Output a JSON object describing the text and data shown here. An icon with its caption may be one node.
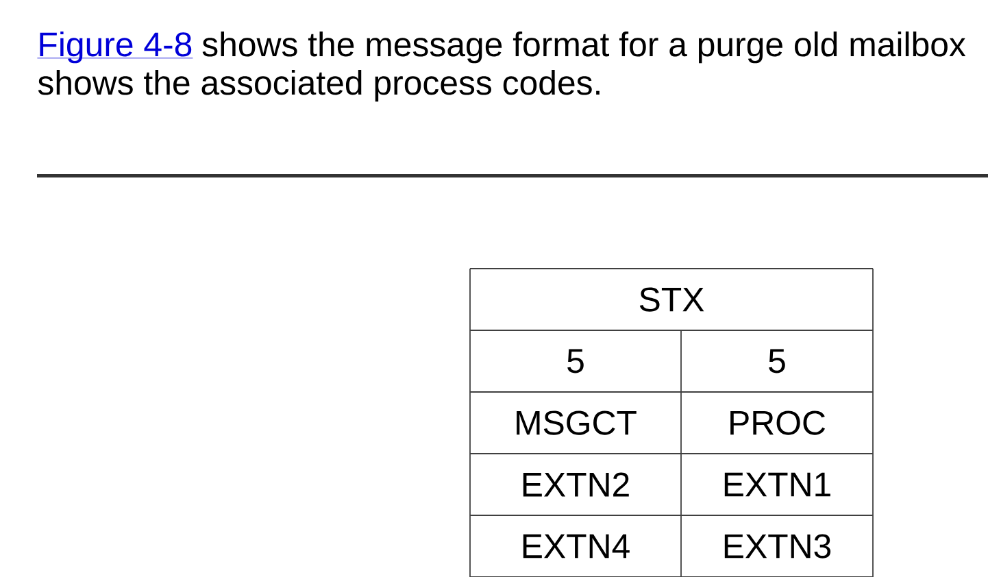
{
  "diagram": {
    "labels": [
      "Figure 4-8",
      "shows the message format for a purge old mailbox",
      "shows the associated process codes.",
      "STX",
      "5",
      "5",
      "MSGCT",
      "PROC",
      "EXTN2",
      "EXTN1",
      "EXTN4",
      "EXTN3"
    ]
  }
}
